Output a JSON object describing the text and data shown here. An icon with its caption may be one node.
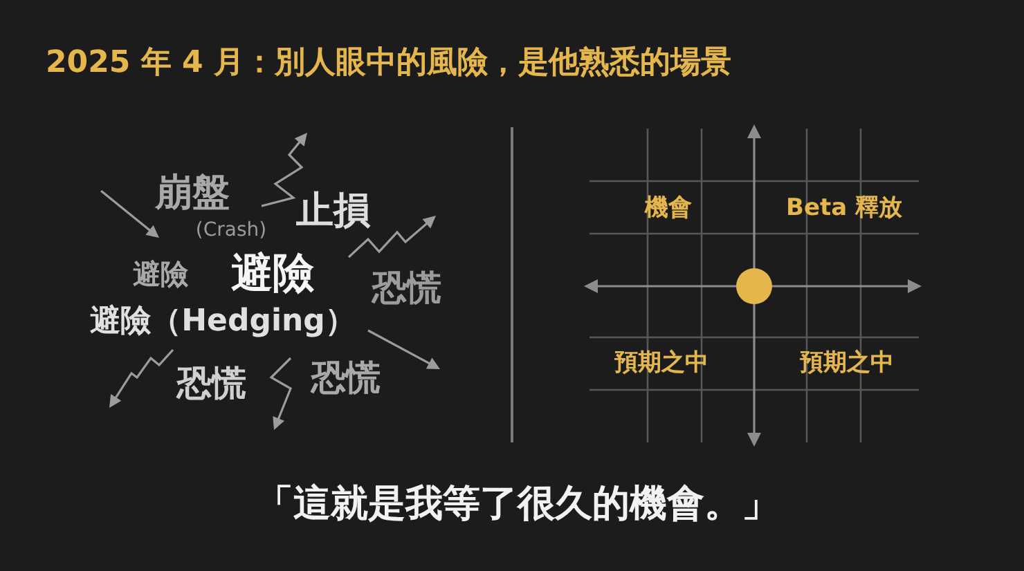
{
  "diagram": {
    "title": "2025 年 4 月：別人眼中的風險，是他熟悉的場景",
    "caption": "「這就是我等了很久的機會。」",
    "labels": [
      "崩盤",
      "(Crash)",
      "止損",
      "避險",
      "避險",
      "恐慌",
      "避險（Hedging）",
      "恐慌",
      "恐慌",
      "機會",
      "Beta 釋放",
      "預期之中",
      "預期之中"
    ]
  }
}
